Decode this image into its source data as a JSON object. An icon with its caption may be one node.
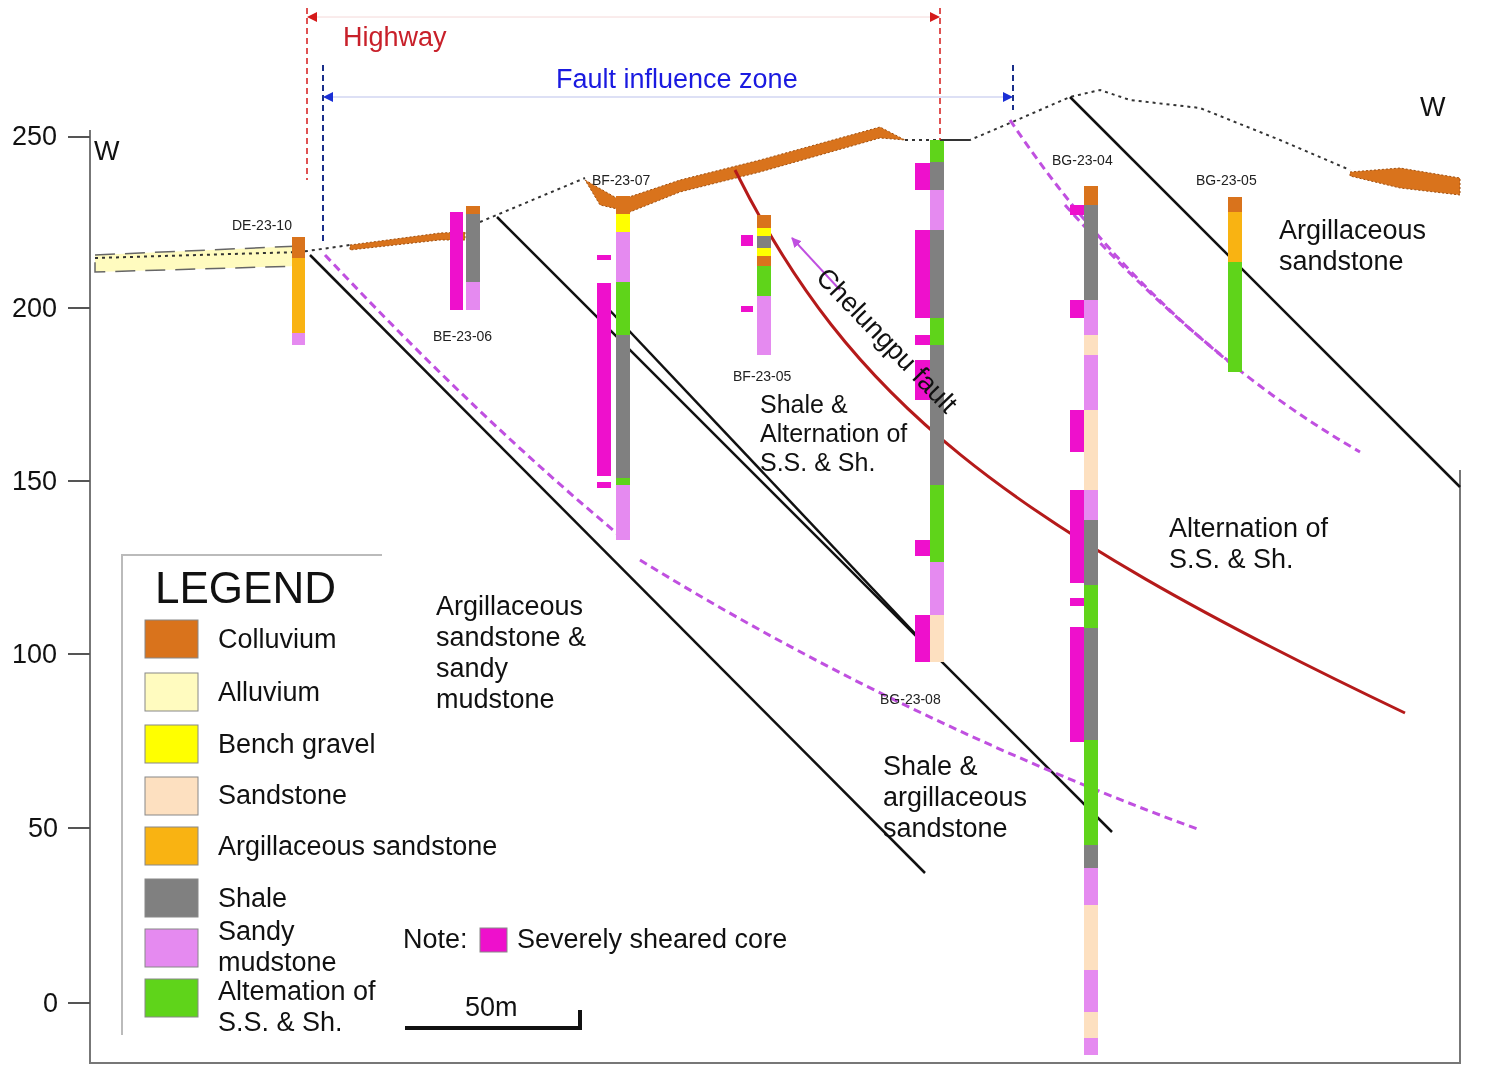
{
  "diagram": {
    "labels": [
      "Highway",
      "Fault influence zone",
      "W",
      "250",
      "W",
      "DE-23-10",
      "BF-23-07",
      "BG-23-04",
      "BG-23-05",
      "Argillaceous sandstone",
      "200",
      "BE-23-06",
      "BF-23-05",
      "Shale & Alternation of S.S. & Sh.",
      "Chelungpu fault",
      "150",
      "Alternation of S.S. & Sh.",
      "LEGEND",
      "Argillaceous sandstone & sandy mudstone",
      "100",
      "BG-23-08",
      "Shale & argillaceous sandstone",
      "50",
      "Note:",
      "0",
      "50m"
    ],
    "legend": [
      {
        "text": "Colluvium",
        "color": "#d9731c"
      },
      {
        "text": "Alluvium",
        "color": "#fffbbf"
      },
      {
        "text": "Bench gravel",
        "color": "#ffff00"
      },
      {
        "text": "Sandstone",
        "color": "#fde0c0"
      },
      {
        "text": "Argillaceous sandstone",
        "color": "#f9b312"
      },
      {
        "text": "Shale",
        "color": "#808080"
      },
      {
        "text": "Sandy mudstone",
        "color": "#e58af0"
      },
      {
        "text": "Altemation of S.S. & Sh.",
        "color": "#5fd41a"
      },
      {
        "text": "Severely sheared core",
        "color": "#ee10cc"
      }
    ]
  }
}
